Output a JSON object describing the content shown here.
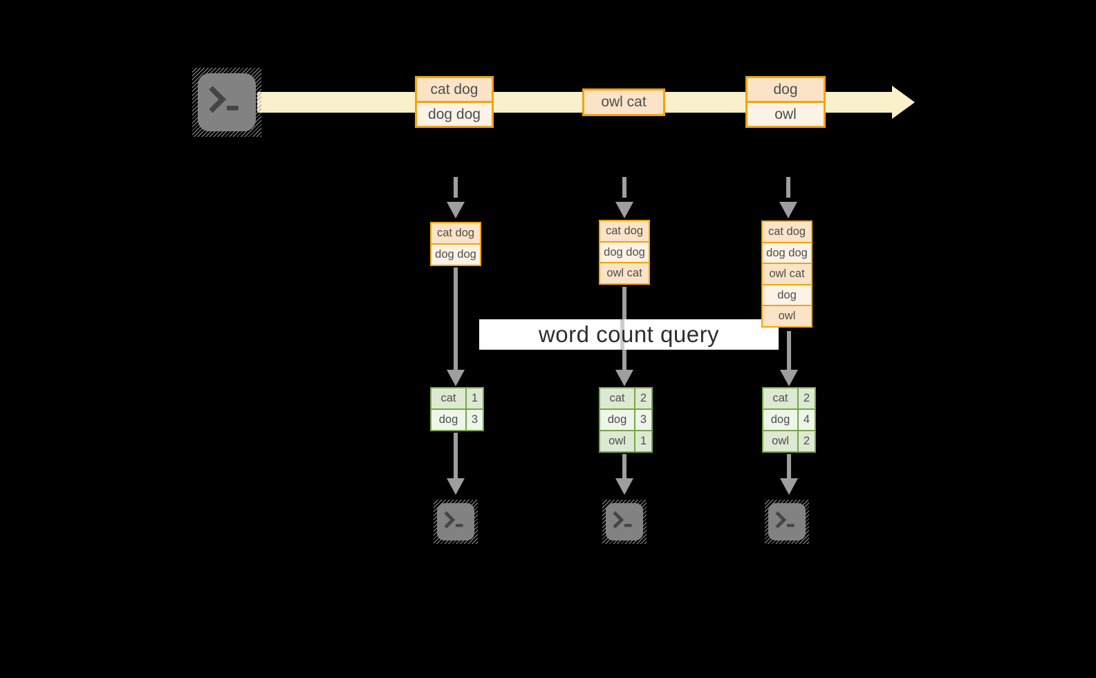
{
  "query_label": "word count query",
  "stream": {
    "records": [
      {
        "lines": [
          "cat dog",
          "dog dog"
        ]
      },
      {
        "lines": [
          "owl cat"
        ]
      },
      {
        "lines": [
          "dog",
          "owl"
        ]
      }
    ]
  },
  "columns": [
    {
      "buffer": [
        "cat dog",
        "dog dog"
      ],
      "counts": [
        {
          "word": "cat",
          "count": "1"
        },
        {
          "word": "dog",
          "count": "3"
        }
      ]
    },
    {
      "buffer": [
        "cat dog",
        "dog dog",
        "owl cat"
      ],
      "counts": [
        {
          "word": "cat",
          "count": "2"
        },
        {
          "word": "dog",
          "count": "3"
        },
        {
          "word": "owl",
          "count": "1"
        }
      ]
    },
    {
      "buffer": [
        "cat dog",
        "dog dog",
        "owl cat",
        "dog",
        "owl"
      ],
      "counts": [
        {
          "word": "cat",
          "count": "2"
        },
        {
          "word": "dog",
          "count": "4"
        },
        {
          "word": "owl",
          "count": "2"
        }
      ]
    }
  ],
  "icons": {
    "producer": "terminal-icon",
    "consumers": "terminal-icon",
    "stream_direction": "arrow-right-icon"
  },
  "colors": {
    "background": "#000000",
    "stream_band": "#FAF0CC",
    "record_border": "#F1A40B",
    "record_cell_dark": "#FAE3C6",
    "record_cell_light": "#FCF2E5",
    "table_border": "#74A845",
    "table_cell_dark": "#DDE9D2",
    "table_cell_light": "#EEF5E9",
    "arrow_gray": "#9E9E9E",
    "query_band_bg": "#FFFFFF"
  }
}
